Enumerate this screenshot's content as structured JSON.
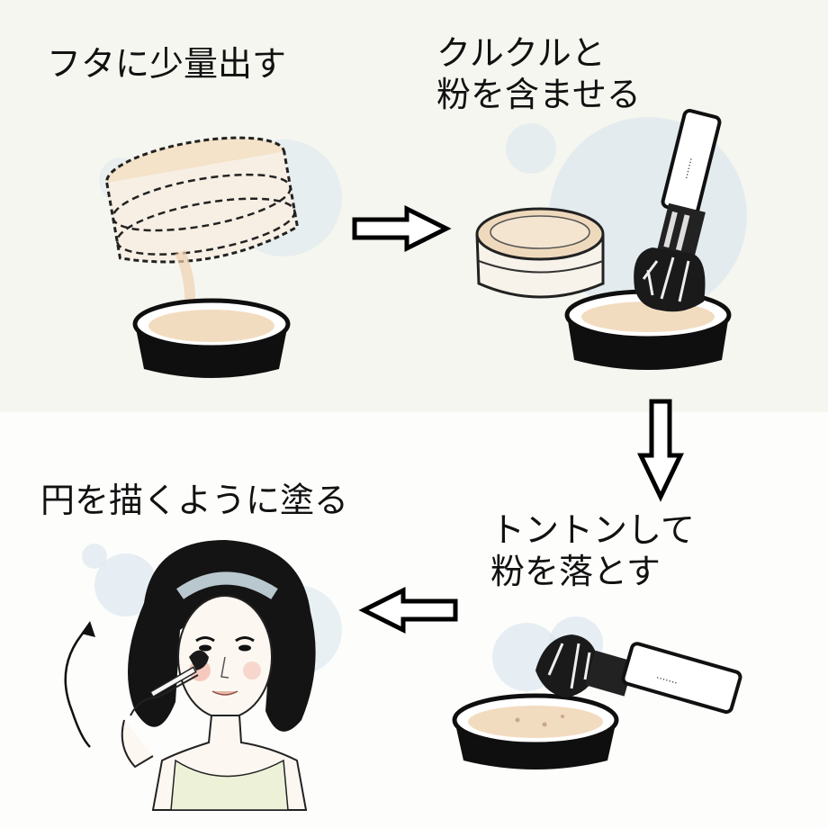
{
  "steps": [
    {
      "label": "フタに少量出す"
    },
    {
      "label": "クルクルと\n粉を含ませる"
    },
    {
      "label": "トントンして\n粉を落とす"
    },
    {
      "label": "円を描くように塗る"
    }
  ],
  "colors": {
    "powder": "#f2dcc0",
    "jar_black": "#0f0f0f",
    "bubble": "#d7e5ec",
    "skin": "#fdf7f2",
    "hair": "#141414",
    "cheek": "#f1b7a7",
    "arrow_stroke": "#000000"
  }
}
